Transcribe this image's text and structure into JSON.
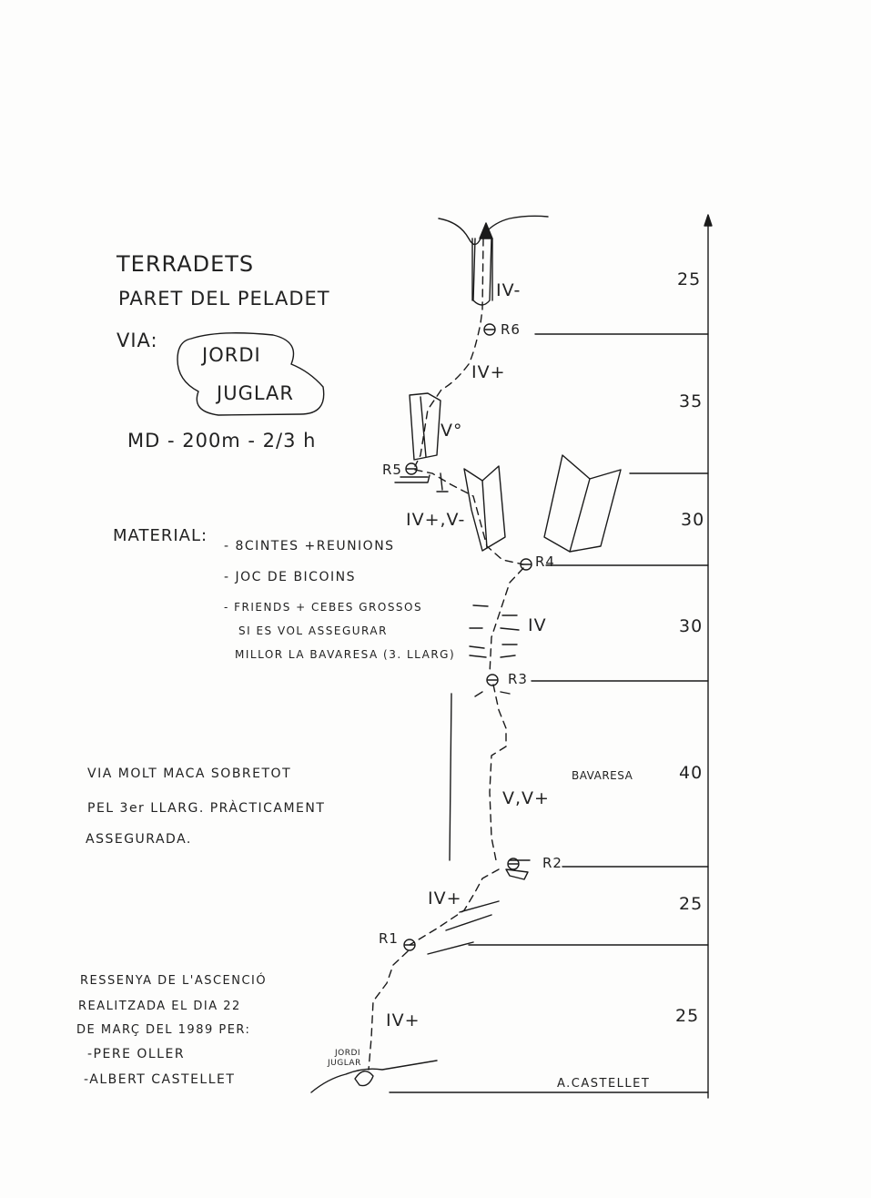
{
  "header": {
    "area": "TERRADETS",
    "wall": "PARET DEL PELADET",
    "via_label": "VIA:",
    "route_line1": "JORDI",
    "route_line2": "JUGLAR",
    "grade_length_time": "MD - 200m - 2/3 h"
  },
  "material": {
    "label": "MATERIAL:",
    "items": [
      "- 8CINTES +REUNIONS",
      "- JOC DE BICOINS",
      "- FRIENDS + CEBES GROSSOS",
      "SI ES VOL ASSEGURAR",
      "MILLOR LA BAVARESA (3. LLARG)"
    ]
  },
  "comment": {
    "lines": [
      "VIA MOLT MACA SOBRETOT",
      "PEL 3er LLARG. PRÀCTICAMENT",
      "ASSEGURADA."
    ]
  },
  "ascent": {
    "lines": [
      "RESSENYA DE L'ASCENCIÓ",
      "REALITZADA EL DIA 22",
      "DE MARÇ DEL 1989 PER:",
      "-PERE OLLER",
      "-ALBERT CASTELLET"
    ]
  },
  "topo": {
    "grades": [
      "IV-",
      "IV+",
      "V°",
      "IV+,V-",
      "IV",
      "V,V+",
      "IV+",
      "IV+"
    ],
    "belays": [
      "R6",
      "R5",
      "R4",
      "R3",
      "R2",
      "R1"
    ],
    "feature_label": "BAVARESA",
    "start_label_line1": "JORDI",
    "start_label_line2": "JUGLAR",
    "signature": "A.CASTELLET"
  },
  "pitch_lengths": [
    "25",
    "35",
    "30",
    "30",
    "40",
    "25",
    "25"
  ],
  "colors": {
    "ink": "#1a1a1a",
    "paper": "#fdfdfc"
  }
}
